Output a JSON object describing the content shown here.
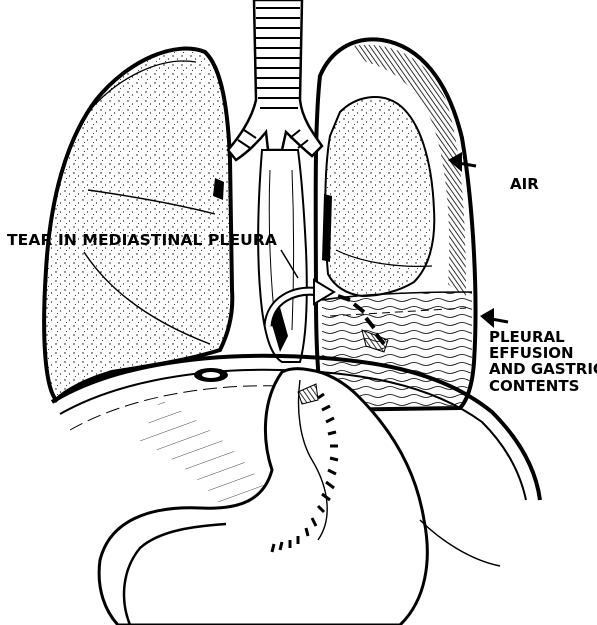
{
  "figure": {
    "labels": {
      "tear": "TEAR IN MEDIASTINAL PLEURA",
      "air": "AIR",
      "effusion_lines": [
        "PLEURAL",
        "EFFUSION",
        "AND GASTRIC",
        "CONTENTS"
      ]
    },
    "structures": [
      "right-lung",
      "left-lung",
      "trachea",
      "bronchi",
      "esophagus",
      "diaphragm",
      "stomach",
      "pleural-effusion",
      "pneumothorax-air"
    ],
    "colors": {
      "ink": "#000000",
      "paper": "#ffffff"
    }
  }
}
